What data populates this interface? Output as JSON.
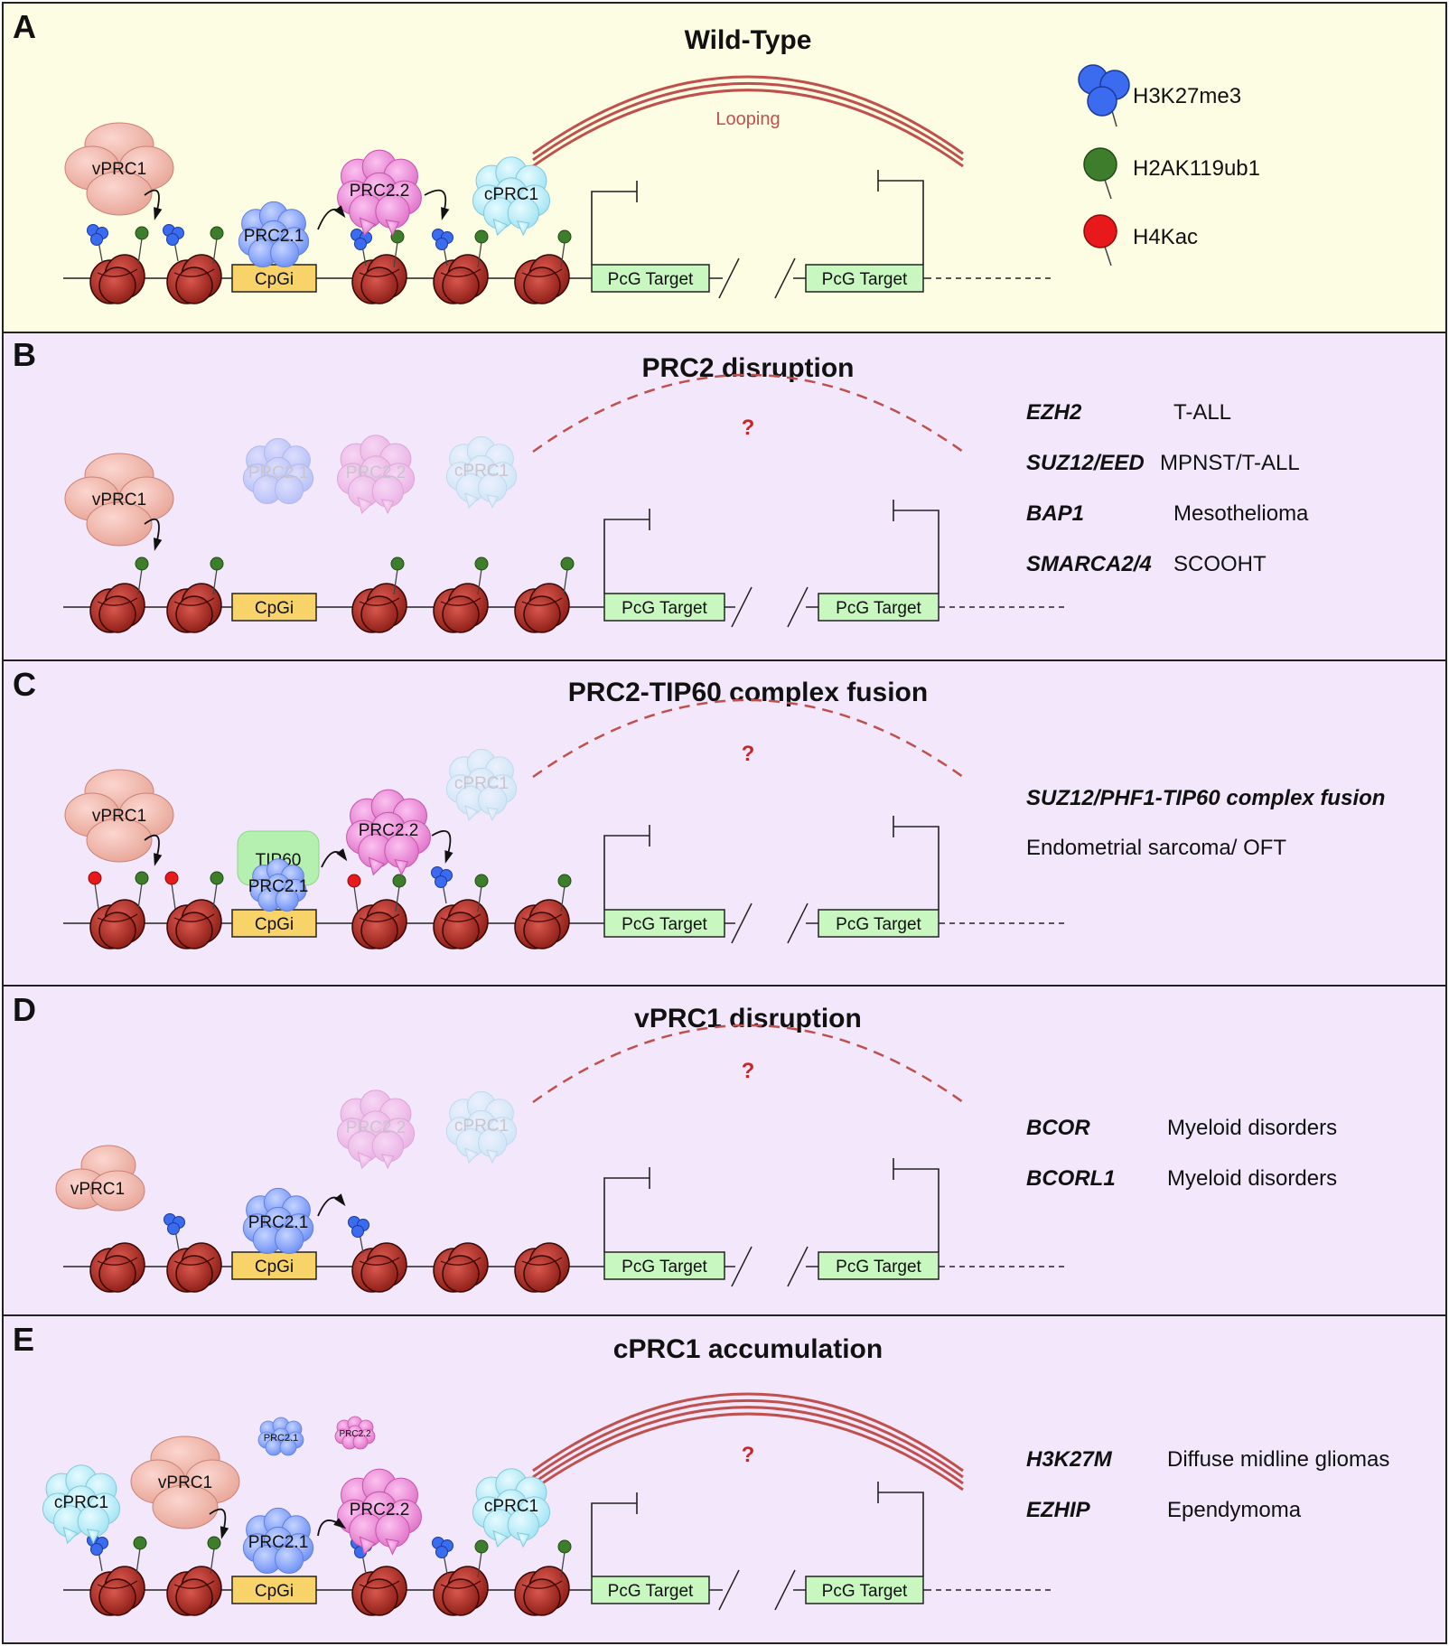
{
  "colors": {
    "panel_a_bg": "#fdfde3",
    "panel_bg": "#f3e8fb",
    "loop": "#c0504d",
    "h3k27me3": "#3b6cf0",
    "h2ak119ub1": "#3d7d2c",
    "h4kac": "#e8191b",
    "cpgi": "#f7d36a",
    "pcg_target": "#c8f7c0",
    "tip60": "#b6f0b0"
  },
  "legend": {
    "h3k27me3": "H3K27me3",
    "h2ak119ub1": "H2AK119ub1",
    "h4kac": "H4Kac"
  },
  "labels": {
    "vprc1": "vPRC1",
    "cprc1": "cPRC1",
    "prc21": "PRC2.1",
    "prc22": "PRC2.2",
    "tip60": "TIP60",
    "cpgi": "CpGi",
    "pcg_target": "PcG Target",
    "looping": "Looping",
    "question": "?"
  },
  "panels": [
    {
      "letter": "A",
      "title": "Wild-Type",
      "genes": []
    },
    {
      "letter": "B",
      "title": "PRC2 disruption",
      "genes": [
        {
          "gene": "EZH2",
          "disease": "T-ALL"
        },
        {
          "gene": "SUZ12/EED",
          "disease": "MPNST/T-ALL"
        },
        {
          "gene": "BAP1",
          "disease": "Mesothelioma"
        },
        {
          "gene": "SMARCA2/4",
          "disease": "SCOOHT"
        }
      ]
    },
    {
      "letter": "C",
      "title": "PRC2-TIP60 complex fusion",
      "fusion": "SUZ12/PHF1-TIP60 complex fusion",
      "fusion_disease": "Endometrial sarcoma/ OFT",
      "genes": []
    },
    {
      "letter": "D",
      "title": "vPRC1 disruption",
      "genes": [
        {
          "gene": "BCOR",
          "disease": "Myeloid disorders"
        },
        {
          "gene": "BCORL1",
          "disease": "Myeloid disorders"
        }
      ]
    },
    {
      "letter": "E",
      "title": "cPRC1 accumulation",
      "genes": [
        {
          "gene": "H3K27M",
          "disease": "Diffuse midline gliomas"
        },
        {
          "gene": "EZHIP",
          "disease": "Ependymoma"
        }
      ]
    }
  ]
}
